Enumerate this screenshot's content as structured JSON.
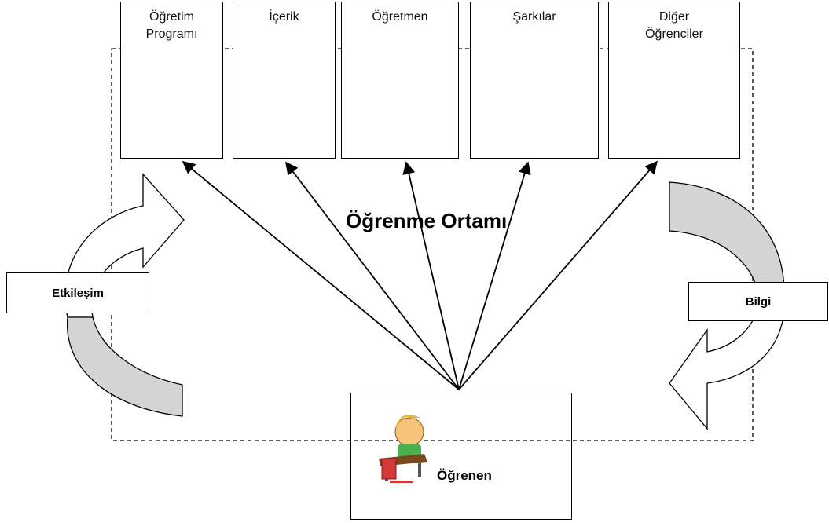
{
  "title": "Öğrenme Ortamı",
  "learner": {
    "label": "Öğrenen"
  },
  "boxes": [
    {
      "label": "Öğretim\nProgramı",
      "icon": "document-icon"
    },
    {
      "label": "İçerik",
      "icon": "math-symbols-icon"
    },
    {
      "label": "Öğretmen",
      "icon": "teacher-icon"
    },
    {
      "label": "Şarkılar",
      "icon": "music-book-icon"
    },
    {
      "label": "Diğer\nÖğrenciler",
      "icon": "students-icon"
    }
  ],
  "left_cycle": {
    "label": "Etkileşim"
  },
  "right_cycle": {
    "label": "Bilgi"
  },
  "colors": {
    "stroke": "#000000",
    "arrow_gray": "#d4d4d4",
    "background": "#ffffff"
  }
}
